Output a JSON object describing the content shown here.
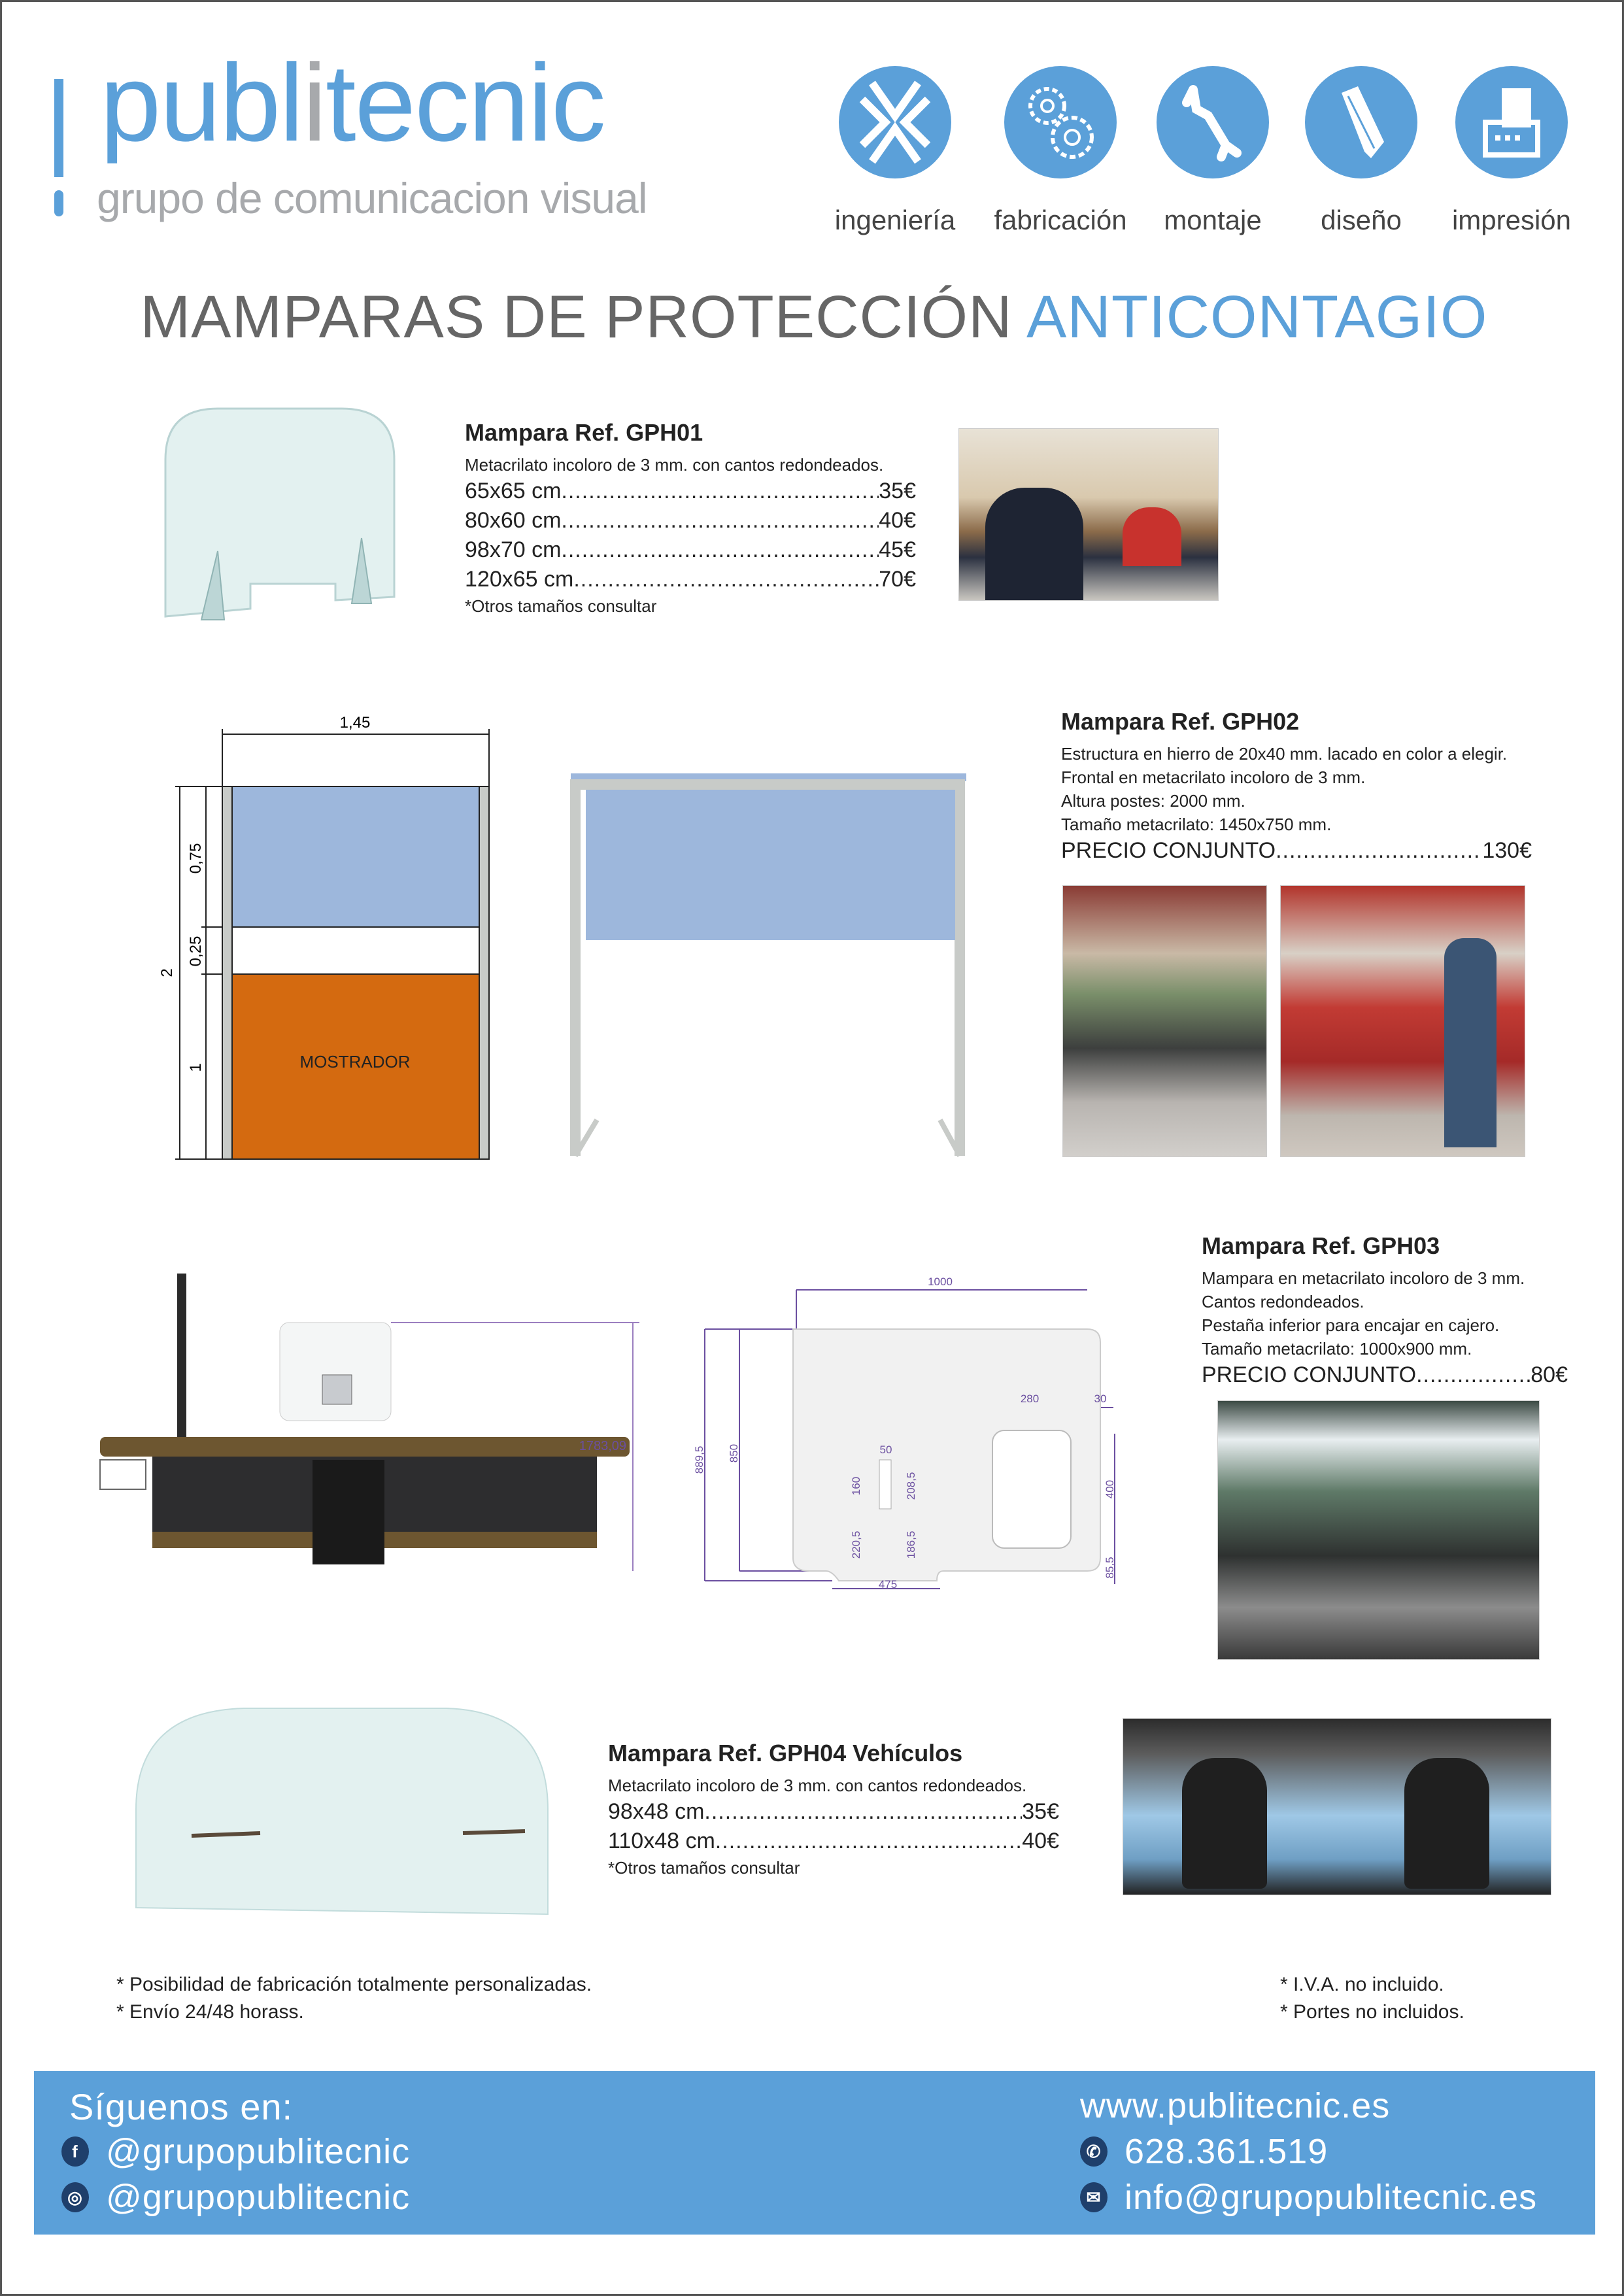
{
  "brand": {
    "name_pre": "publ",
    "name_i": "i",
    "name_post": "tecnic",
    "tagline": "grupo de comunicacion visual"
  },
  "services": [
    {
      "label": "ingeniería",
      "icon": "engineering-icon"
    },
    {
      "label": "fabricación",
      "icon": "gears-icon"
    },
    {
      "label": "montaje",
      "icon": "wrench-icon"
    },
    {
      "label": "diseño",
      "icon": "pencil-icon"
    },
    {
      "label": "impresión",
      "icon": "printer-icon"
    }
  ],
  "headline": {
    "main": "MAMPARAS DE PROTECCIÓN",
    "accent": "ANTICONTAGIO"
  },
  "gph01": {
    "title": "Mampara Ref. GPH01",
    "desc": "Metacrilato incoloro de 3 mm. con cantos redondeados.",
    "prices": [
      {
        "size": "65x65 cm",
        "price": "35€"
      },
      {
        "size": "80x60 cm",
        "price": "40€"
      },
      {
        "size": "98x70 cm",
        "price": "45€"
      },
      {
        "size": "120x65 cm",
        "price": "70€"
      }
    ],
    "note": "*Otros tamaños consultar"
  },
  "gph02": {
    "title": "Mampara Ref. GPH02",
    "lines": [
      "Estructura en hierro de 20x40 mm. lacado en color a elegir.",
      "Frontal en metacrilato incoloro de 3 mm.",
      "Altura postes: 2000 mm.",
      "Tamaño metacrilato: 1450x750 mm."
    ],
    "price_label": "PRECIO CONJUNTO",
    "price": "130€",
    "drawing": {
      "width": "1,45",
      "total": "2",
      "top": "0,75",
      "gap": "0,25",
      "bottom": "1",
      "counter": "MOSTRADOR"
    },
    "colors": {
      "panel": "#9db7dc",
      "counter": "#d46a10",
      "post": "#c8cbc8"
    }
  },
  "gph03": {
    "title": "Mampara Ref. GPH03",
    "lines": [
      "Mampara en metacrilato incoloro de 3 mm.",
      "Cantos redondeados.",
      "Pestaña inferior para encajar en cajero.",
      "Tamaño metacrilato: 1000x900 mm."
    ],
    "price_label": "PRECIO CONJUNTO",
    "price": "80€",
    "drawing_checkout": {
      "height": "1783,09"
    },
    "drawing_panel": {
      "width": "1000",
      "total_h": "889,5",
      "h": "850",
      "w280": "280",
      "w30": "30",
      "w50": "50",
      "h160": "160",
      "h208": "208,5",
      "h220": "220,5",
      "h186": "186,5",
      "h400": "400",
      "h85": "85,5",
      "tab": "475"
    }
  },
  "gph04": {
    "title": "Mampara Ref. GPH04 Vehículos",
    "desc": "Metacrilato incoloro de 3 mm. con cantos redondeados.",
    "prices": [
      {
        "size": "98x48 cm",
        "price": "35€"
      },
      {
        "size": "110x48 cm",
        "price": "40€"
      }
    ],
    "note": "*Otros tamaños consultar"
  },
  "notes_left": [
    "* Posibilidad de fabricación totalmente personalizadas.",
    "* Envío 24/48 horass."
  ],
  "notes_right": [
    "* I.V.A. no incluido.",
    "* Portes no incluidos."
  ],
  "footer": {
    "follow": "Síguenos en:",
    "facebook": "@grupopublitecnic",
    "instagram": "@grupopublitecnic",
    "web": "www.publitecnic.es",
    "phone": "628.361.519",
    "email": "info@grupopublitecnic.es"
  },
  "colors": {
    "accent": "#5ba0d9",
    "dark_icon": "#1f3f6b",
    "grey": "#666666"
  }
}
